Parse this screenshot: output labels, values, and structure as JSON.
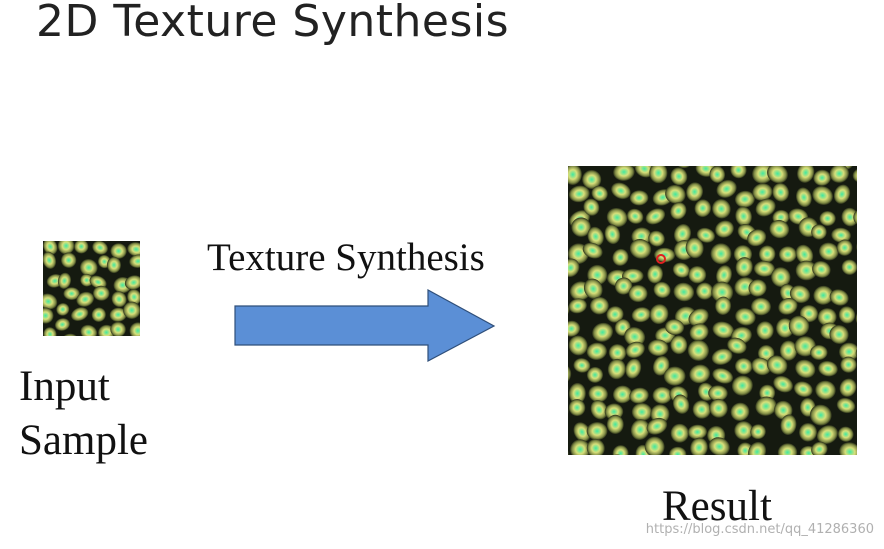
{
  "slide": {
    "title": "2D Texture Synthesis",
    "arrow_label": "Texture Synthesis",
    "input_label_line1": "Input",
    "input_label_line2": "Sample",
    "result_label": "Result",
    "watermark": "https://blog.csdn.net/qq_41286360"
  },
  "colors": {
    "arrow_fill": "#5b8fd6",
    "arrow_stroke": "#2f4f7a",
    "texture_dark": "#151a10",
    "texture_yellow": "#d8e07a",
    "texture_green": "#3fe8a0",
    "marker_red": "#e02020"
  }
}
